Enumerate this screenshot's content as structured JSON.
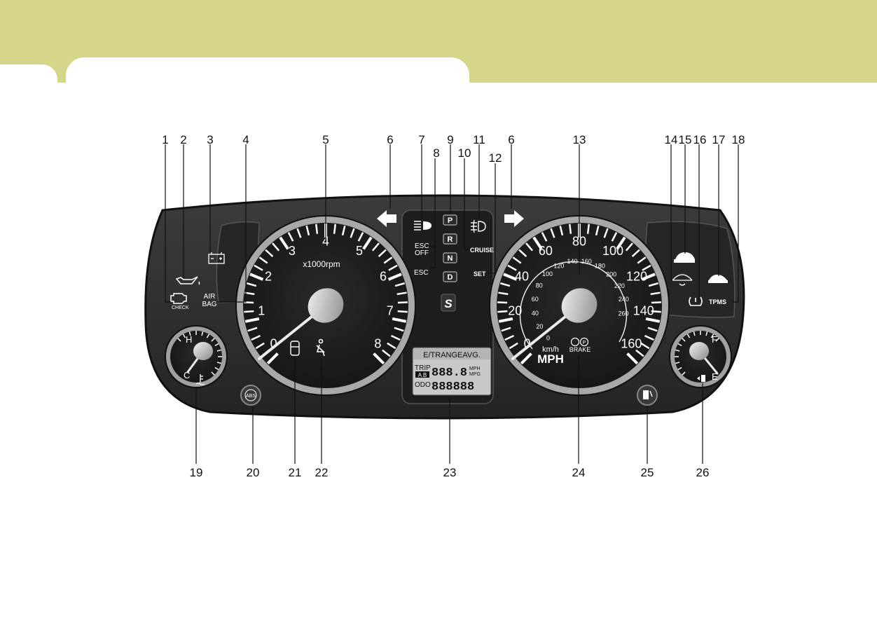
{
  "callouts": {
    "c1": "1",
    "c2": "2",
    "c3": "3",
    "c4": "4",
    "c5": "5",
    "c6a": "6",
    "c7": "7",
    "c8": "8",
    "c9": "9",
    "c10": "10",
    "c11": "11",
    "c6b": "6",
    "c12": "12",
    "c13": "13",
    "c14": "14",
    "c15": "15",
    "c16": "16",
    "c17": "17",
    "c18": "18",
    "c19": "19",
    "c20": "20",
    "c21": "21",
    "c22": "22",
    "c23": "23",
    "c24": "24",
    "c25": "25",
    "c26": "26"
  },
  "tachometer": {
    "unit": "x1000rpm",
    "ticks": [
      "0",
      "1",
      "2",
      "3",
      "4",
      "5",
      "6",
      "7",
      "8"
    ]
  },
  "speedometer": {
    "mph_unit": "MPH",
    "kmh_unit": "km/h",
    "mph_ticks": [
      "0",
      "20",
      "40",
      "60",
      "80",
      "100",
      "120",
      "140",
      "160"
    ],
    "kmh_ticks": [
      "0",
      "20",
      "40",
      "60",
      "80",
      "100",
      "120",
      "140",
      "160",
      "180",
      "200",
      "220",
      "240",
      "260"
    ]
  },
  "temp_gauge": {
    "hot": "H",
    "cold": "C"
  },
  "fuel_gauge": {
    "full": "F",
    "empty": "E"
  },
  "gear": {
    "items": [
      "P",
      "R",
      "N",
      "D"
    ],
    "sport": "S"
  },
  "labels": {
    "check": "CHECK",
    "airbag_line1": "AIR",
    "airbag_line2": "BAG",
    "esc_off_line1": "ESC",
    "esc_off_line2": "OFF",
    "esc": "ESC",
    "cruise": "CRUISE",
    "set": "SET",
    "tpms": "TPMS",
    "abs": "ABS",
    "brake": "BRAKE"
  },
  "lcd": {
    "header": "E/TRANGEAVG.",
    "trip": "TRIP",
    "ab": "A B",
    "trip_digits": "888.8",
    "mph": "MPH",
    "mpg": "MPG",
    "odo": "ODO",
    "odo_digits": "888888"
  },
  "colors": {
    "header_band": "#d6d68a",
    "cluster_dark": "#2e2e2e",
    "gauge_face": "#1c1c1c"
  }
}
